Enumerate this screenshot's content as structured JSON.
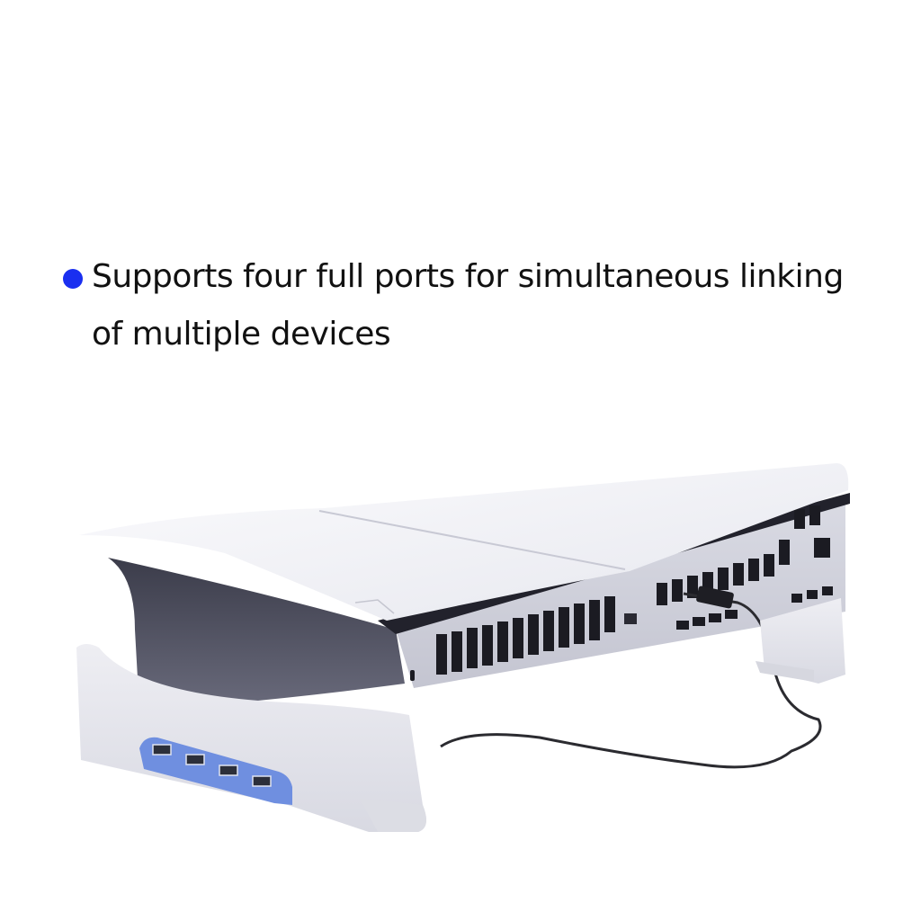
{
  "caption": {
    "bullet_color": "#1a2ff0",
    "line1": "Supports four full ports for simultaneous linking",
    "line2": "of multiple devices"
  },
  "product": {
    "description": "horizontal console stand with 4-port USB hub",
    "usb_port_count": 4,
    "hub_panel_color": "#6f8fe0",
    "stand_color": "#e4e5ec",
    "console_body_color": "#2a2a35",
    "console_cover_color": "#f4f5f8"
  }
}
